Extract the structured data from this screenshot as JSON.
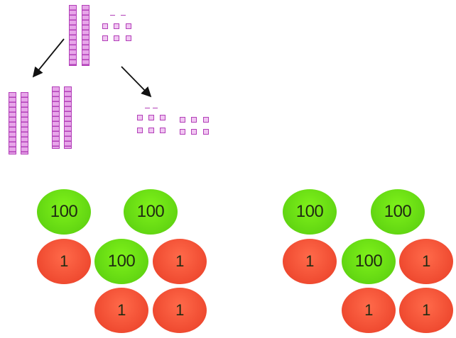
{
  "colors": {
    "hundred_disc": "#62d612",
    "one_disc": "#ef4a30",
    "base_ten_block": "#e7a6e9",
    "base_ten_outline": "#b23fb8"
  },
  "disc_groups": [
    {
      "hundreds": [
        "100",
        "100",
        "100"
      ],
      "ones": [
        "1",
        "1",
        "1",
        "1"
      ]
    },
    {
      "hundreds": [
        "100",
        "100",
        "100"
      ],
      "ones": [
        "1",
        "1",
        "1",
        "1"
      ]
    }
  ]
}
